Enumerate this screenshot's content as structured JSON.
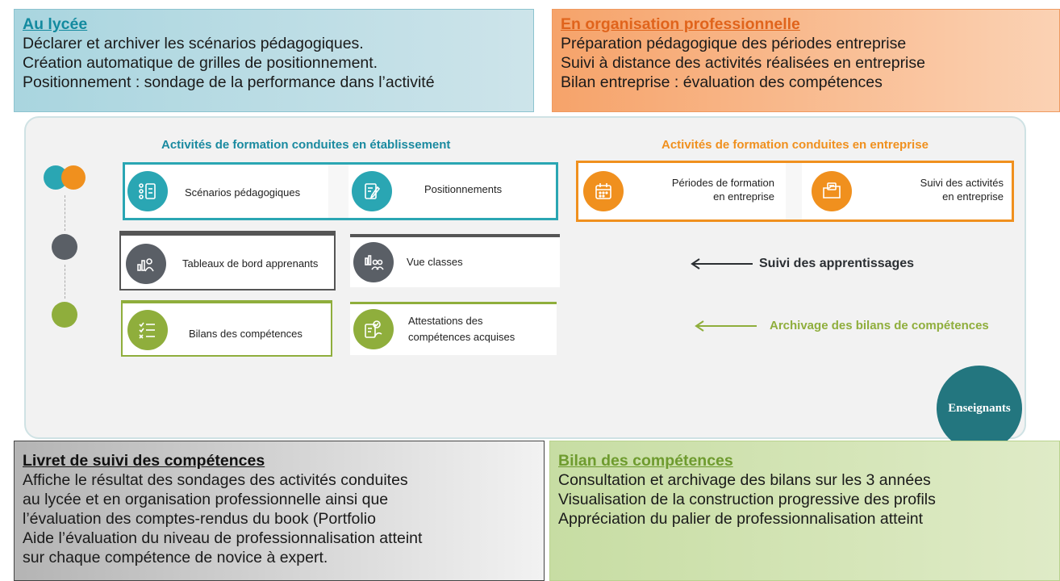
{
  "lycee": {
    "heading": "Au lycée",
    "lines": [
      "Déclarer et archiver les scénarios pédagogiques.",
      "Création automatique de grilles de positionnement.",
      "Positionnement : sondage de la performance dans l’activité"
    ],
    "color": "#138a9f"
  },
  "pro": {
    "heading": "En organisation professionnelle",
    "lines": [
      "Préparation pédagogique des périodes entreprise",
      "Suivi à distance des activités réalisées en entreprise",
      "Bilan entreprise : évaluation des compétences"
    ],
    "color": "#e0641c"
  },
  "panel": {
    "title_etablissement": "Activités de formation conduites en  établissement",
    "title_entreprise": "Activités de formation conduites en  entreprise",
    "cards": {
      "scenarios": "Scénarios pédagogiques",
      "positionnements": "Positionnements",
      "periodes_l1": "Périodes de formation",
      "periodes_l2": "en entreprise",
      "suivi_l1": "Suivi des activités",
      "suivi_l2": "en entreprise",
      "tableaux": "Tableaux de bord apprenants",
      "vue": "Vue classes",
      "bilans": "Bilans des compétences",
      "attest_l1": "Attestations des",
      "attest_l2": "compétences acquises"
    },
    "arrows": {
      "suivi": "Suivi des apprentissages",
      "archivage": "Archivage des bilans de compétences"
    },
    "enseignants": "Enseignants",
    "icons": [
      "checklist-icon",
      "edit-doc-icon",
      "calendar-icon",
      "folder-icon",
      "chart-user-icon",
      "chart-group-icon",
      "list-check-icon",
      "certificate-icon"
    ],
    "colors": {
      "teal": "#2aa6b3",
      "orange": "#f0901e",
      "grey": "#5a5f66",
      "green": "#8fae3c"
    }
  },
  "livret": {
    "heading": "Livret de suivi des compétences",
    "lines": [
      "Affiche le résultat des sondages des activités conduites",
      "au lycée et en organisation professionnelle ainsi que",
      "l’évaluation des comptes-rendus du book (Portfolio",
      "Aide l’évaluation du niveau de professionnalisation atteint",
      "sur chaque compétence de novice à expert."
    ]
  },
  "bilan": {
    "heading": "Bilan des compétences",
    "lines": [
      "Consultation et archivage des bilans sur les 3 années",
      "Visualisation de la construction progressive des profils",
      "Appréciation du palier de professionnalisation atteint"
    ],
    "color": "#6e9b2e"
  }
}
